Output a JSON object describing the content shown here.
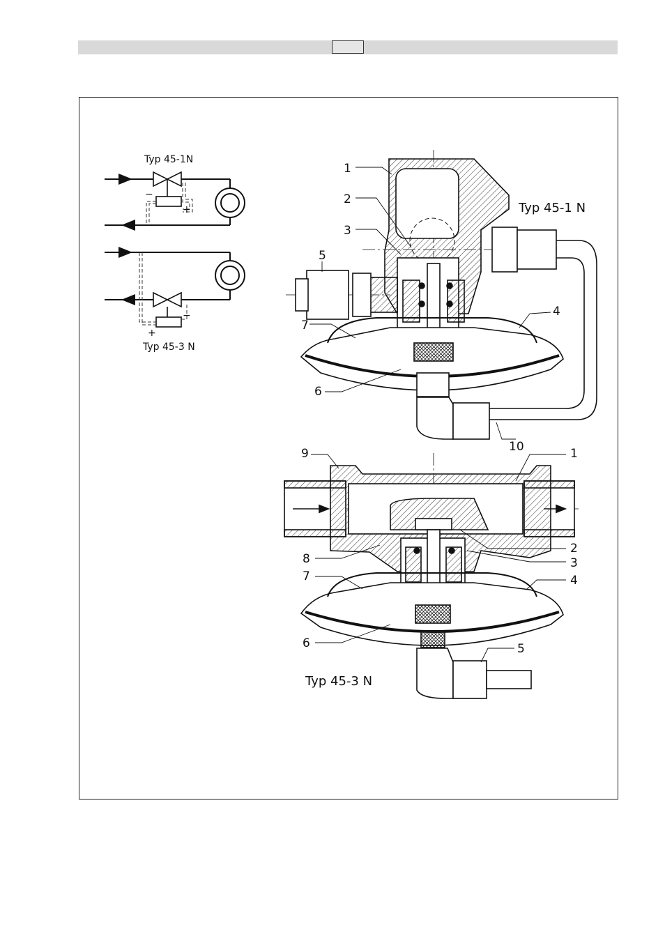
{
  "schematic": {
    "top_label": "Typ 45-1N",
    "bottom_label": "Typ 45-3 N",
    "minus": "−",
    "plus": "+"
  },
  "upper_section": {
    "title": "Typ 45-1 N",
    "callouts": [
      "1",
      "2",
      "3",
      "5",
      "4",
      "7",
      "6",
      "10"
    ]
  },
  "lower_section": {
    "title": "Typ 45-3 N",
    "callouts": [
      "9",
      "1",
      "2",
      "8",
      "3",
      "7",
      "4",
      "6",
      "5"
    ]
  },
  "colors": {
    "line": "#111111",
    "hatch": "#333333",
    "header_bar": "#d9d9d9"
  }
}
